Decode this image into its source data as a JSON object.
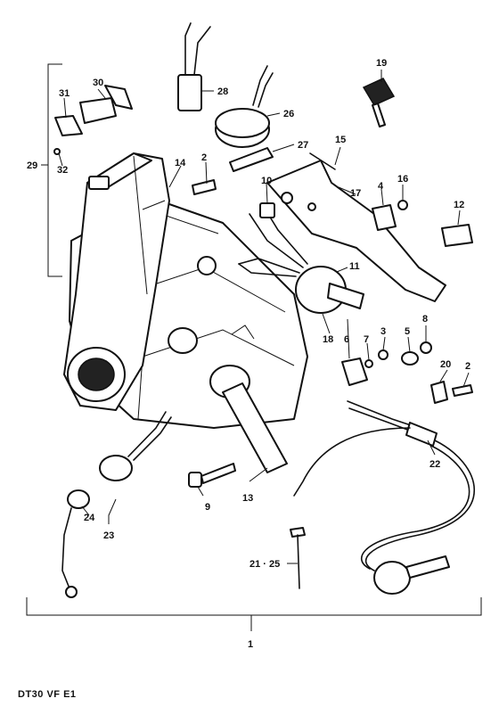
{
  "callouts": {
    "c1": "1",
    "c2a": "2",
    "c2b": "2",
    "c3": "3",
    "c4": "4",
    "c5": "5",
    "c6": "6",
    "c7": "7",
    "c8": "8",
    "c9": "9",
    "c10": "10",
    "c11": "11",
    "c12": "12",
    "c13": "13",
    "c14": "14",
    "c15": "15",
    "c16": "16",
    "c17": "17",
    "c18": "18",
    "c19": "19",
    "c20": "20",
    "c21_25": "21 · 25",
    "c22": "22",
    "c23": "23",
    "c24": "24",
    "c26": "26",
    "c27": "27",
    "c28": "28",
    "c29": "29",
    "c30": "30",
    "c31": "31",
    "c32": "32"
  },
  "caption": "DT30 VF E1"
}
